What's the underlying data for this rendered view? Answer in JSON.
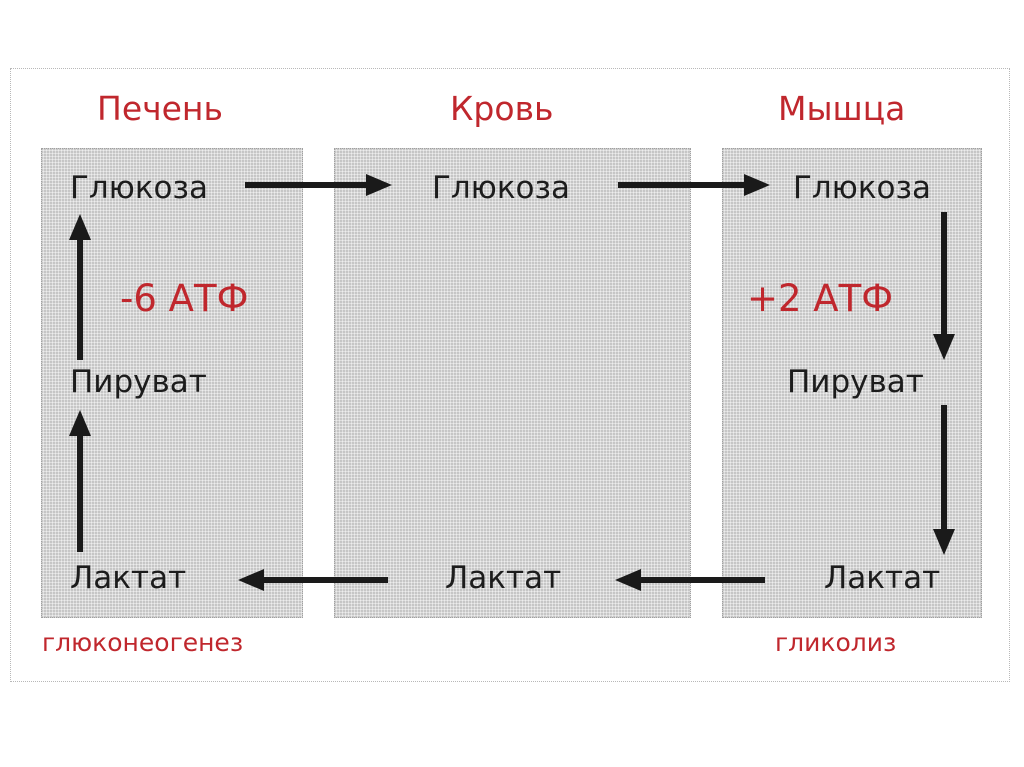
{
  "columns": {
    "liver": {
      "heading": "Печень",
      "glucose": "Глюкоза",
      "pyruvate": "Пируват",
      "lactate": "Лактат",
      "atp": "-6 АТФ",
      "process": "глюконеогенез"
    },
    "blood": {
      "heading": "Кровь",
      "glucose": "Глюкоза",
      "lactate": "Лактат"
    },
    "muscle": {
      "heading": "Мышца",
      "glucose": "Глюкоза",
      "pyruvate": "Пируват",
      "lactate": "Лактат",
      "atp": "+2 АТФ",
      "process": "гликолиз"
    }
  },
  "colors": {
    "accent_red": "#c0272d",
    "text_dark": "#1c1c1c",
    "panel_gray": "#d6d6d6",
    "arrow": "#1a1a1a"
  },
  "arrows": [
    {
      "from": "liver.glucose",
      "to": "blood.glucose"
    },
    {
      "from": "blood.glucose",
      "to": "muscle.glucose"
    },
    {
      "from": "muscle.glucose",
      "to": "muscle.pyruvate"
    },
    {
      "from": "muscle.pyruvate",
      "to": "muscle.lactate"
    },
    {
      "from": "muscle.lactate",
      "to": "blood.lactate"
    },
    {
      "from": "blood.lactate",
      "to": "liver.lactate"
    },
    {
      "from": "liver.lactate",
      "to": "liver.pyruvate"
    },
    {
      "from": "liver.pyruvate",
      "to": "liver.glucose"
    }
  ]
}
